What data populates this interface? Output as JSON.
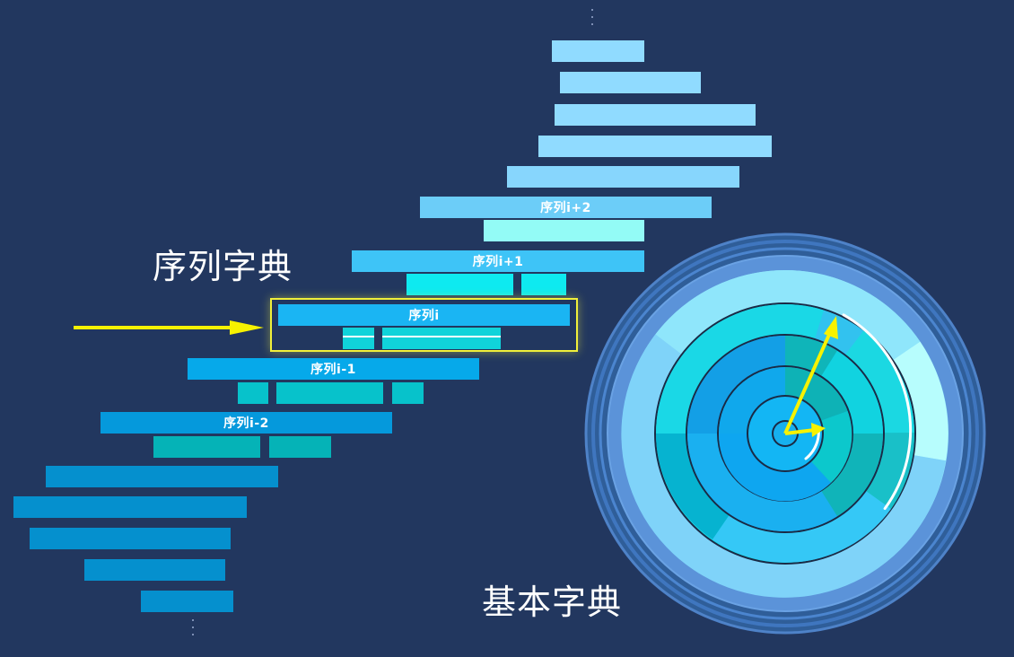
{
  "titles": {
    "sequence_dictionary": "序列字典",
    "basic_dictionary": "基本字典"
  },
  "sequence_labels": {
    "seq_i_plus_2": "序列i+2",
    "seq_i_plus_1": "序列i+1",
    "seq_i": "序列i",
    "seq_i_minus_1": "序列i-1",
    "seq_i_minus_2": "序列i-2"
  },
  "colors": {
    "background": "#22375f",
    "highlight": "#f1f03a",
    "arrow": "#f7f200"
  }
}
